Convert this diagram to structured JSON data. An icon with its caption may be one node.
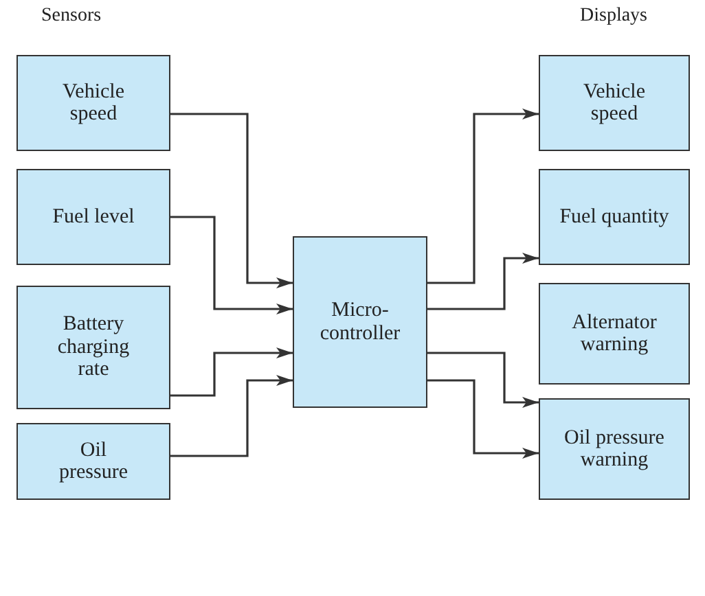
{
  "diagram": {
    "nodes": [
      {
        "text": [
          "Vehicle speed"
        ]
      },
      {
        "text": [
          "Fuel level"
        ]
      },
      {
        "text": [
          "Battery charging rate"
        ]
      },
      {
        "text": [
          "Oil pressure"
        ]
      },
      {
        "text": [
          "Micro-controller"
        ]
      },
      {
        "text": [
          "Vehicle speed"
        ]
      },
      {
        "text": [
          "Fuel quantity"
        ]
      },
      {
        "text": [
          "Alternator warning"
        ]
      },
      {
        "text": [
          "Oil pressure warning"
        ]
      }
    ],
    "edges": [
      {
        "from": 0,
        "to": 4,
        "arrow": "to"
      },
      {
        "from": 1,
        "to": 4,
        "arrow": "to"
      },
      {
        "from": 2,
        "to": 4,
        "arrow": "to"
      },
      {
        "from": 3,
        "to": 4,
        "arrow": "to"
      },
      {
        "from": 4,
        "to": 5,
        "arrow": "to"
      },
      {
        "from": 4,
        "to": 6,
        "arrow": "to"
      },
      {
        "from": 4,
        "to": 7,
        "arrow": "to"
      },
      {
        "from": 4,
        "to": 8,
        "arrow": "to"
      }
    ],
    "labels": [
      "Sensors",
      "Displays"
    ]
  }
}
